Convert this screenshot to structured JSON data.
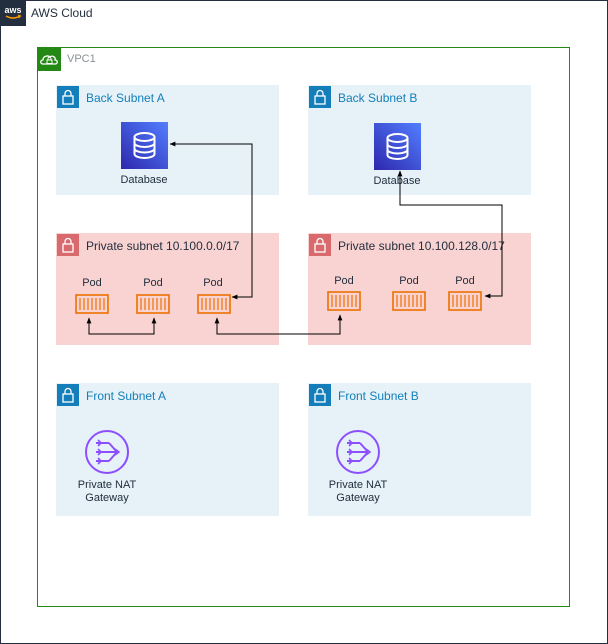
{
  "cloud": {
    "title": "AWS Cloud",
    "logo_text": "aws"
  },
  "vpc": {
    "title": "VPC1"
  },
  "subnets": {
    "back_a": {
      "title": "Back Subnet A"
    },
    "back_b": {
      "title": "Back Subnet B"
    },
    "private_a": {
      "title": "Private subnet 10.100.0.0/17"
    },
    "private_b": {
      "title": "Private subnet 10.100.128.0/17"
    },
    "front_a": {
      "title": "Front Subnet A"
    },
    "front_b": {
      "title": "Front Subnet B"
    }
  },
  "nodes": {
    "database_a": {
      "label": "Database"
    },
    "database_b": {
      "label": "Database"
    },
    "pod_label": "Pod",
    "nat_a": {
      "label": "Private NAT Gateway"
    },
    "nat_b": {
      "label": "Private NAT Gateway"
    }
  },
  "colors": {
    "cloud_border": "#232f3e",
    "vpc_border": "#248814",
    "subnet_blue_bg": "#e6f2f8",
    "subnet_blue_accent": "#147eba",
    "subnet_red_bg": "#f8d3d2",
    "subnet_red_accent": "#d86a6d",
    "database": "#3b48cc",
    "pod": "#ed7100",
    "nat": "#8c4fff"
  },
  "icons": {
    "cloud": "aws-cloud-icon",
    "vpc": "vpc-lock-icon",
    "subnet": "lock-icon",
    "database": "database-icon",
    "pod": "pod-icon",
    "nat": "nat-gateway-icon"
  }
}
